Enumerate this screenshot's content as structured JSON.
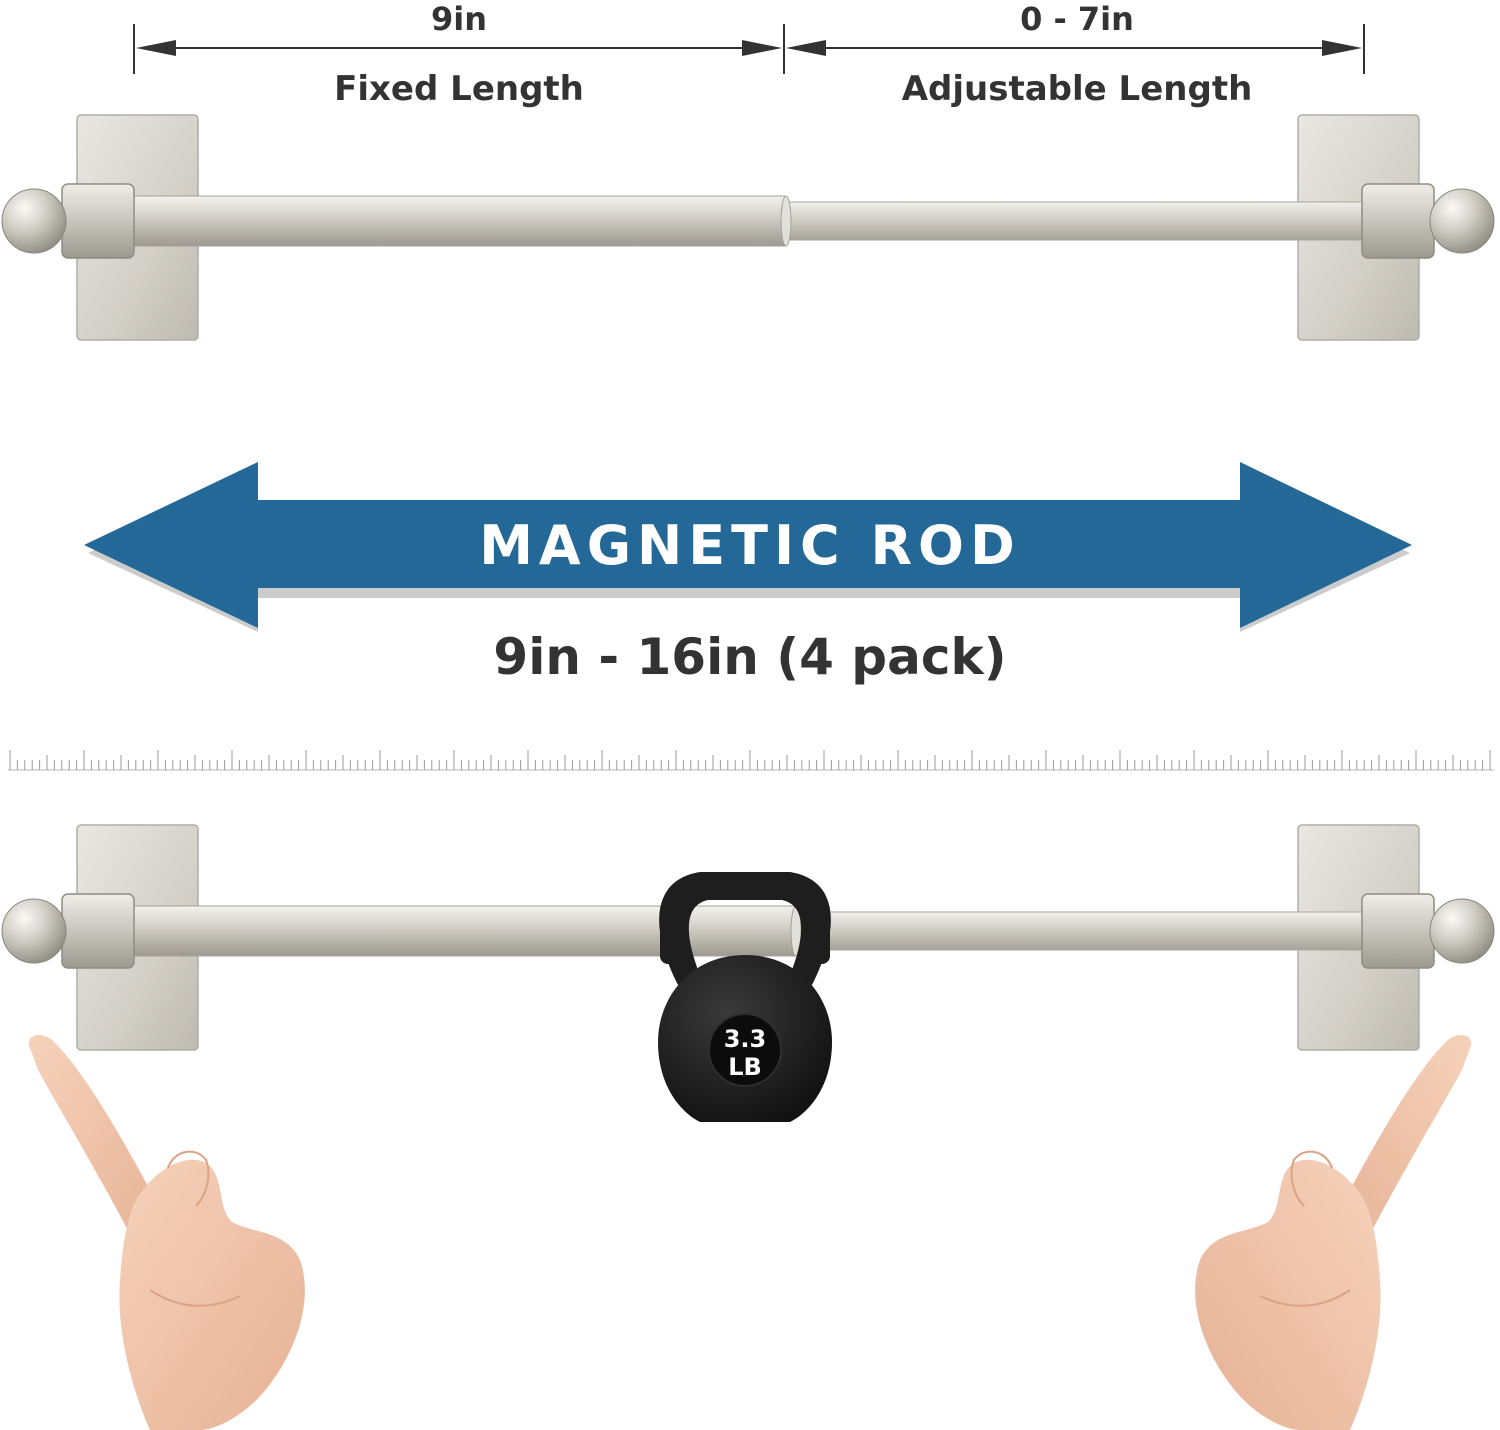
{
  "dimensions": {
    "fixed_value": "9in",
    "fixed_label": "Fixed Length",
    "adjustable_value": "0 - 7in",
    "adjustable_label": "Adjustable Length"
  },
  "banner": {
    "title": "MAGNETIC ROD",
    "subtitle": "9in - 16in (4 pack)"
  },
  "kettlebell": {
    "weight_line1": "3.3",
    "weight_line2": "LB"
  },
  "colors": {
    "arrow_blue": "#236896",
    "arrow_shadow": "#c9c9c9",
    "text_dark": "#333333",
    "metal_light": "#e6e4df",
    "metal_mid": "#c9c6be",
    "metal_dark": "#9c998f",
    "kettlebell": "#1e1e1e",
    "skin": "#f0c4a8"
  },
  "icons": {
    "hand_left": "pointing-hand-icon",
    "hand_right": "pointing-hand-icon",
    "kettlebell": "kettlebell-icon"
  }
}
